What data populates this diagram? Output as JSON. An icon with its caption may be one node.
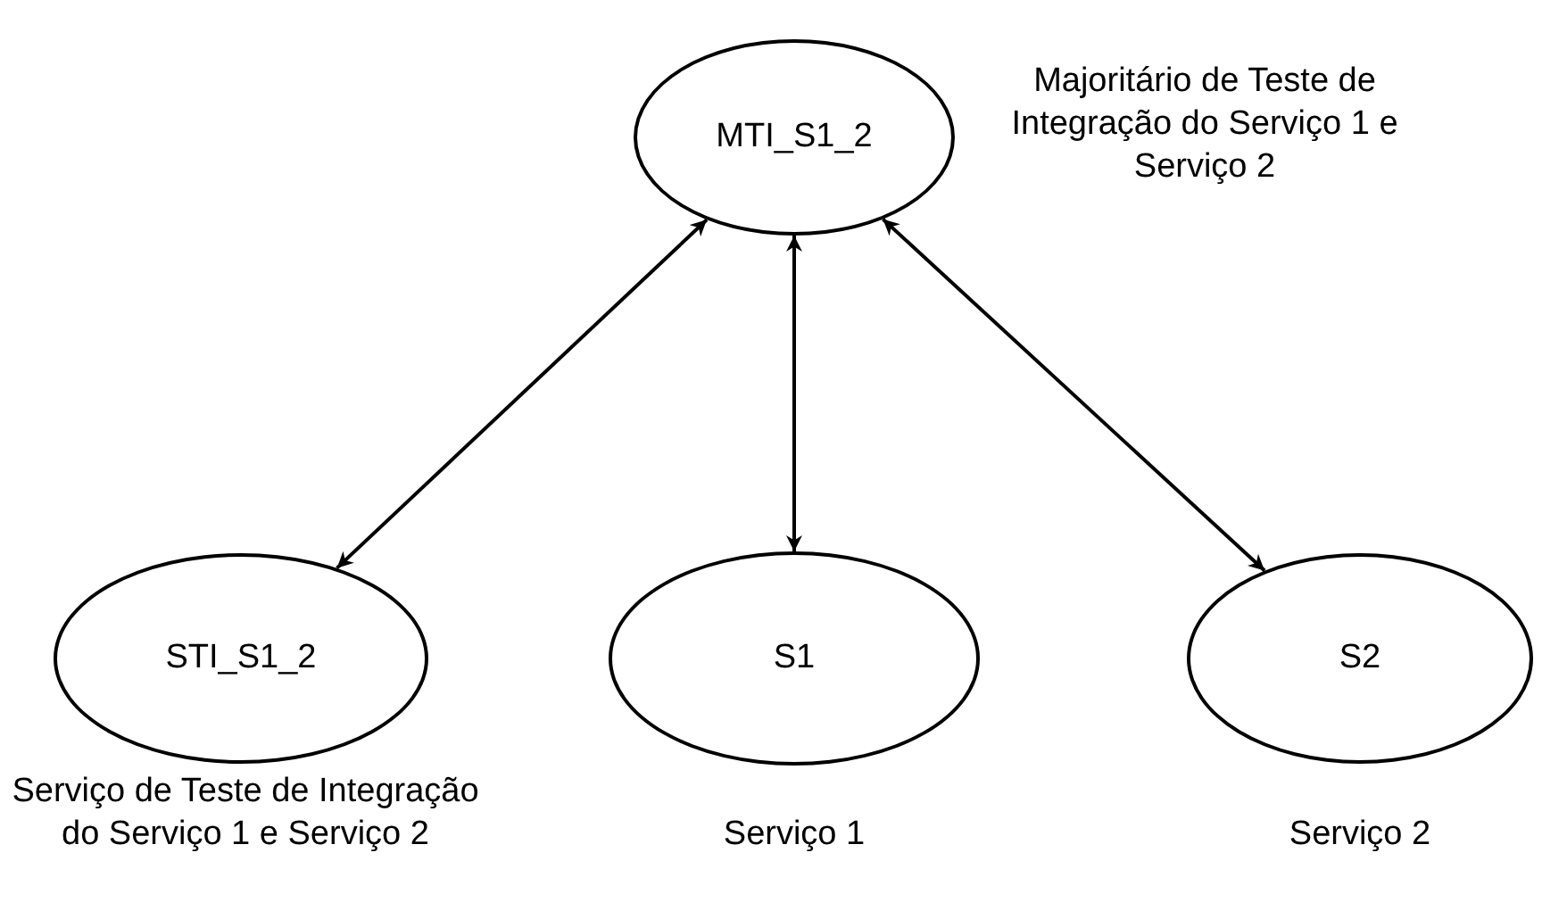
{
  "diagram": {
    "nodes": [
      {
        "text": [
          "MTI_S1_2"
        ],
        "beside": [
          "Majoritário de Teste de Integração do Serviço 1 e Serviço 2"
        ]
      },
      {
        "text": [
          "STI_S1_2"
        ],
        "beside": [
          "Serviço de Teste de Integração do Serviço 1 e Serviço 2"
        ]
      },
      {
        "text": [
          "S1"
        ],
        "beside": [
          "Serviço 1"
        ]
      },
      {
        "text": [
          "S2"
        ],
        "beside": [
          "Serviço 2"
        ]
      }
    ],
    "edges": [
      {
        "from": 0,
        "to": 1,
        "arrow": "both"
      },
      {
        "from": 0,
        "to": 2,
        "arrow": "both"
      },
      {
        "from": 0,
        "to": 3,
        "arrow": "both"
      }
    ]
  }
}
